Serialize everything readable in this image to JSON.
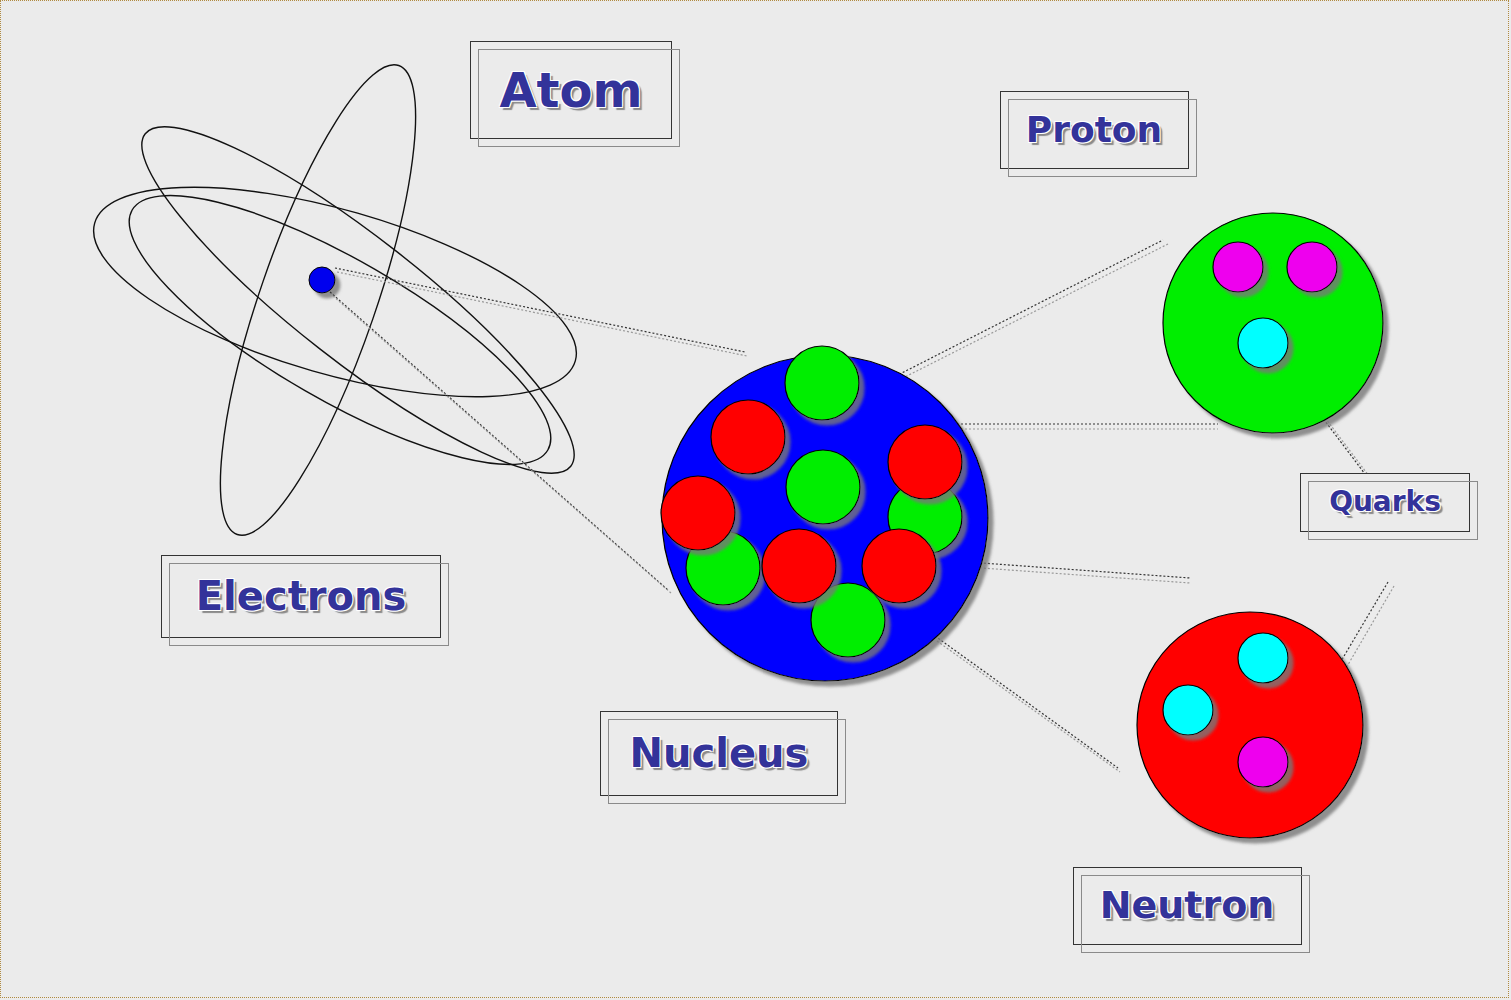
{
  "diagram": {
    "nodes": [
      {
        "text": [
          "Atom"
        ]
      },
      {
        "text": [
          "Proton"
        ]
      },
      {
        "text": [
          "Quarks"
        ]
      },
      {
        "text": [
          "Electrons"
        ]
      },
      {
        "text": [
          "Nucleus"
        ]
      },
      {
        "text": [
          "Neutron"
        ]
      }
    ]
  }
}
